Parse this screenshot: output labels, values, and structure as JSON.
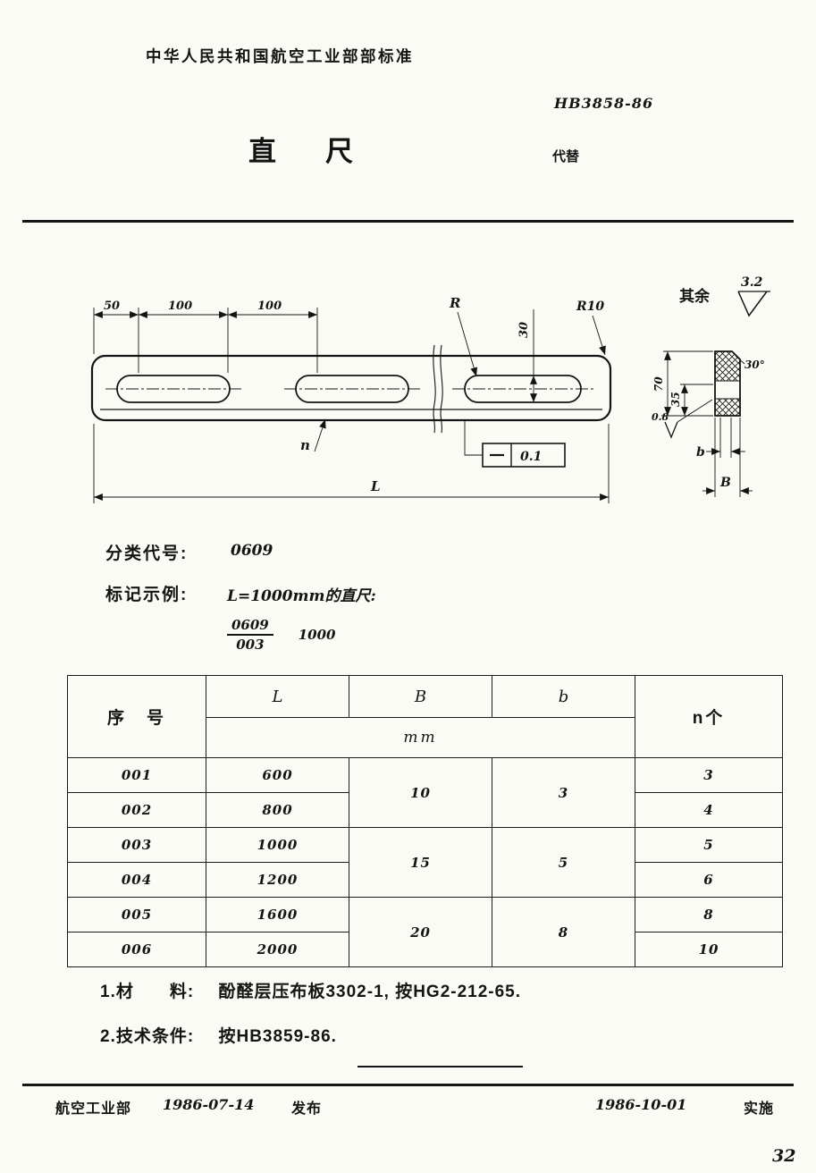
{
  "header": {
    "org": "中华人民共和国航空工业部部标准",
    "code": "HB3858-86",
    "title": "直尺",
    "replaces": "代替"
  },
  "drawing": {
    "roughness_note": "其余",
    "roughness_value": "3.2",
    "dim_50": "50",
    "dim_100a": "100",
    "dim_100b": "100",
    "label_R": "R",
    "label_R10": "R10",
    "dim_30": "30",
    "dim_L": "L",
    "label_n": "n",
    "tol_value": "0.1",
    "dim_70": "70",
    "dim_35": "35",
    "angle_30": "30°",
    "finish_08": "0.8",
    "label_b": "b",
    "label_B": "B"
  },
  "classification": {
    "label": "分类代号:",
    "value": "0609"
  },
  "marking": {
    "label": "标记示例:",
    "text": "L=1000mm的直尺:",
    "code_top": "0609",
    "code_bottom": "003",
    "code_suffix": "1000"
  },
  "table": {
    "col_seq": "序　号",
    "col_L": "L",
    "col_B": "B",
    "col_b": "b",
    "col_n": "n个",
    "unit": "mm",
    "rows": [
      {
        "seq": "001",
        "L": "600",
        "n": "3"
      },
      {
        "seq": "002",
        "L": "800",
        "n": "4"
      },
      {
        "seq": "003",
        "L": "1000",
        "n": "5"
      },
      {
        "seq": "004",
        "L": "1200",
        "n": "6"
      },
      {
        "seq": "005",
        "L": "1600",
        "n": "8"
      },
      {
        "seq": "006",
        "L": "2000",
        "n": "10"
      }
    ],
    "merged_B": [
      "10",
      "15",
      "20"
    ],
    "merged_b": [
      "3",
      "5",
      "8"
    ]
  },
  "notes": [
    {
      "label": "1.材　　料:",
      "value": "酚醛层压布板3302-1, 按HG2-212-65."
    },
    {
      "label": "2.技术条件:",
      "value": "按HB3859-86."
    }
  ],
  "footer": {
    "org": "航空工业部",
    "issue_date": "1986-07-14",
    "publish_label": "发布",
    "impl_date": "1986-10-01",
    "impl_label": "实施",
    "page_number": "32"
  }
}
